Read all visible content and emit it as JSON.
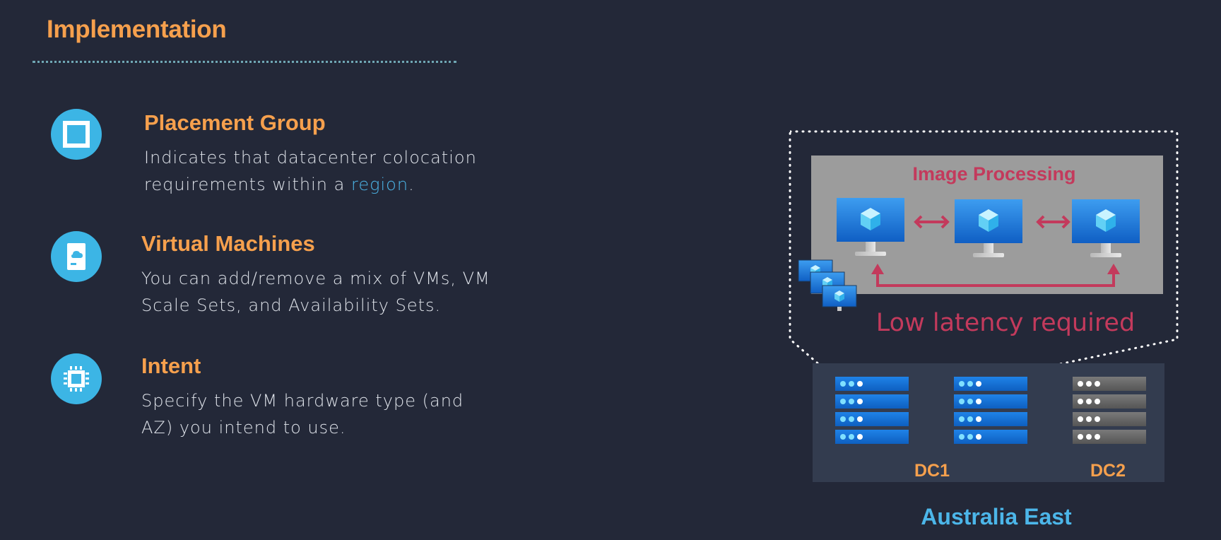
{
  "page": {
    "title": "Implementation"
  },
  "items": [
    {
      "icon": "placement-group-icon",
      "heading": "Placement Group",
      "desc_line1": "Indicates that datacenter colocation",
      "desc_line2_prefix": "requirements within a ",
      "desc_line2_link": "region",
      "desc_line2_suffix": "."
    },
    {
      "icon": "virtual-machine-icon",
      "heading": "Virtual Machines",
      "desc_line1": "You can add/remove a mix of VMs, VM",
      "desc_line2": "Scale Sets, and Availability Sets."
    },
    {
      "icon": "cpu-chip-icon",
      "heading": "Intent",
      "desc_line1": "Specify the VM hardware type (and",
      "desc_line2": "AZ) you intend to use."
    }
  ],
  "diagram": {
    "workload_title": "Image Processing",
    "latency_label": "Low latency required",
    "dc1_label": "DC1",
    "dc2_label": "DC2",
    "region_label": "Australia East",
    "colors": {
      "accent_orange": "#f6a04d",
      "latency_red": "#c33a5c",
      "region_blue": "#4cb6e9",
      "vm_blue": "#1d7fe0",
      "server_blue": "#1473d6",
      "server_gray": "#6b6b6b",
      "workload_panel": "#9c9c9c",
      "dc_panel": "#333c4f"
    }
  }
}
